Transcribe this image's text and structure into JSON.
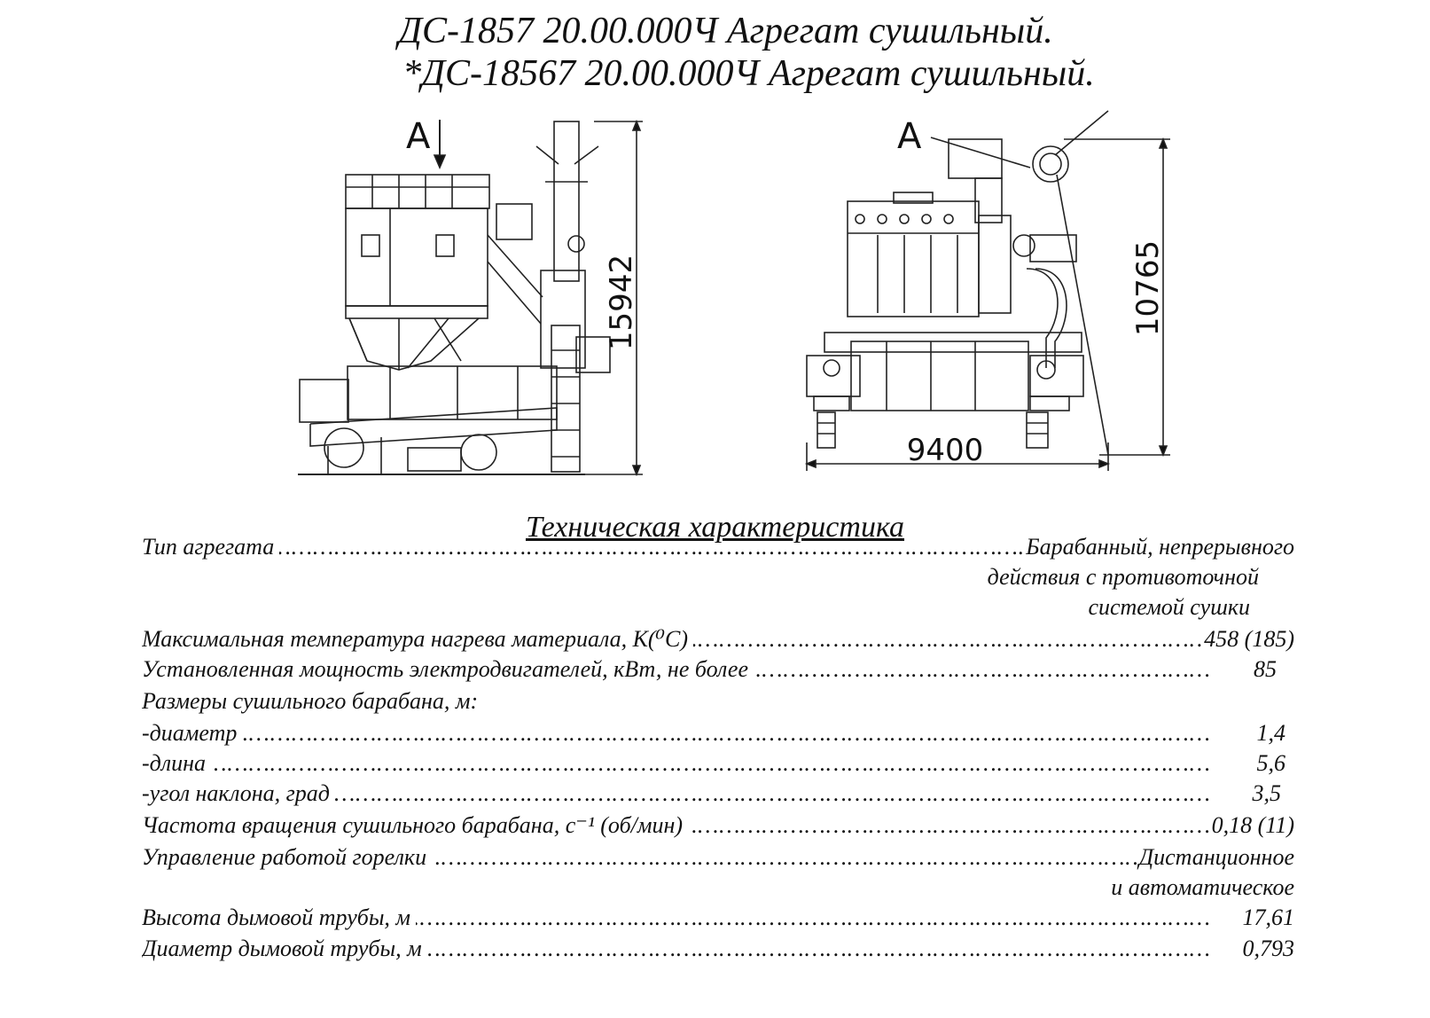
{
  "title": {
    "line1": "ДС-1857 20.00.000Ч Агрегат сушильный.",
    "line2": "*ДС-18567 20.00.000Ч Агрегат сушильный."
  },
  "drawing_side": {
    "view_label": "А",
    "height_dimension": "15942"
  },
  "drawing_front": {
    "view_label": "А",
    "height_dimension": "10765",
    "width_dimension": "9400"
  },
  "specs": {
    "heading": "Техническая характеристика",
    "rows": [
      {
        "label": "Тип агрегата",
        "value": "Барабанный, непрерывного"
      },
      {
        "label": "Максимальная температура нагрева материала, К(⁰С)",
        "value": "458 (185)"
      },
      {
        "label": "Установленная мощность электродвигателей, кВт, не более",
        "value": "85"
      },
      {
        "label": "Размеры сушильного барабана, м:",
        "value": ""
      },
      {
        "label": "-диаметр",
        "value": "1,4"
      },
      {
        "label": "-длина",
        "value": "5,6"
      },
      {
        "label": "-угол наклона, град",
        "value": "3,5"
      },
      {
        "label": "Частота вращения сушильного барабана, с⁻¹ (об/мин)",
        "value": "0,18 (11)"
      },
      {
        "label": "Управление работой горелки",
        "value": "Дистанционное"
      },
      {
        "label": "Высота дымовой трубы, м",
        "value": "17,61"
      },
      {
        "label": "Диаметр дымовой трубы, м",
        "value": "0,793"
      }
    ],
    "type_continuation": [
      "действия с противоточной",
      "системой сушки"
    ],
    "control_continuation": "и автоматическое"
  }
}
